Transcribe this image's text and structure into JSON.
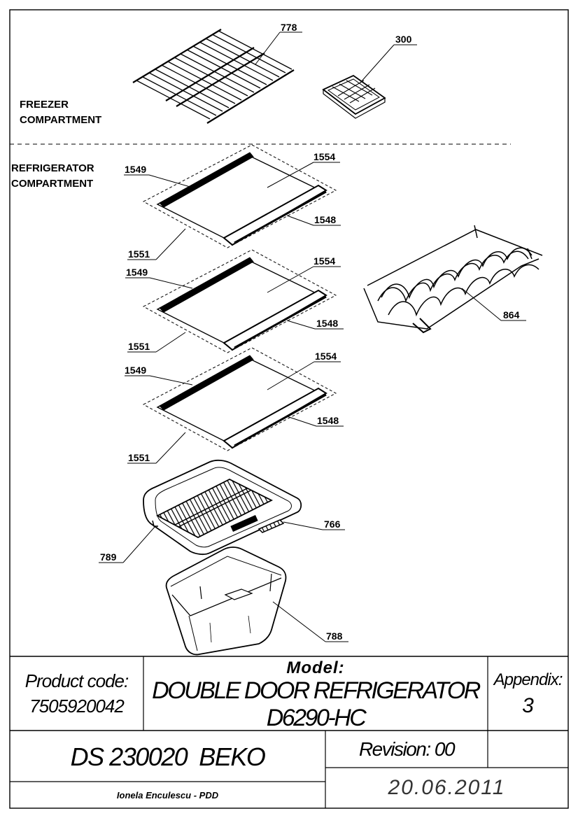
{
  "sections": {
    "freezer": [
      "FREEZER",
      "COMPARTMENT"
    ],
    "refrigerator": [
      "REFRIGERATOR",
      "COMPARTMENT"
    ]
  },
  "parts": {
    "wire_shelf": "778",
    "ice_tray": "300",
    "wine_rack": "864",
    "shelves": [
      {
        "rear_profile": "1549",
        "glass": "1554",
        "front_profile": "1548",
        "shelf_assembly": "1551"
      },
      {
        "rear_profile": "1549",
        "glass": "1554",
        "front_profile": "1548",
        "shelf_assembly": "1551"
      },
      {
        "rear_profile": "1549",
        "glass": "1554",
        "front_profile": "1548",
        "shelf_assembly": "1551"
      }
    ],
    "crisper_cover": "789",
    "humidity_slider": "766",
    "crisper": "788"
  },
  "title_block": {
    "product_code_label": "Product code:",
    "product_code": "7505920042",
    "model_label": "Model:",
    "model": "DOUBLE DOOR REFRIGERATOR D6290-HC",
    "appendix_label": "Appendix:",
    "appendix": "3",
    "document": "DS 230020  BEKO",
    "revision": "Revision: 00",
    "author": "Ionela Enculescu - PDD",
    "date": "20.06.2011"
  }
}
